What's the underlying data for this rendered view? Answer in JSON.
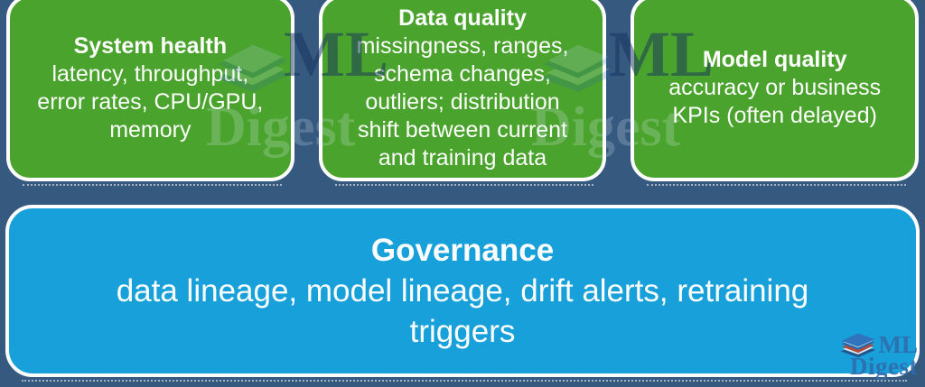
{
  "monitor_boxes": [
    {
      "title": "System health",
      "body": "latency, throughput,\nerror rates, CPU/GPU,\nmemory"
    },
    {
      "title": "Data quality",
      "body": "missingness, ranges,\nschema changes,\noutliers; distribution\nshift between current\nand training data"
    },
    {
      "title": "Model quality",
      "body": "accuracy or business\nKPIs (often delayed)"
    }
  ],
  "governance_box": {
    "title": "Governance",
    "body": "data lineage, model lineage, drift alerts, retraining\ntriggers"
  },
  "watermark": {
    "line1": "ML",
    "line2": "Digest"
  },
  "logo": {
    "line1": "ML",
    "line2": "Digest"
  },
  "colors": {
    "background": "#35597F",
    "monitor_box_green": "#4AA32C",
    "governance_box_blue": "#18A0DA",
    "box_border_white": "#FFFFFF",
    "text_white": "#FFFFFF",
    "logo_blue": "#2F6DAD"
  }
}
